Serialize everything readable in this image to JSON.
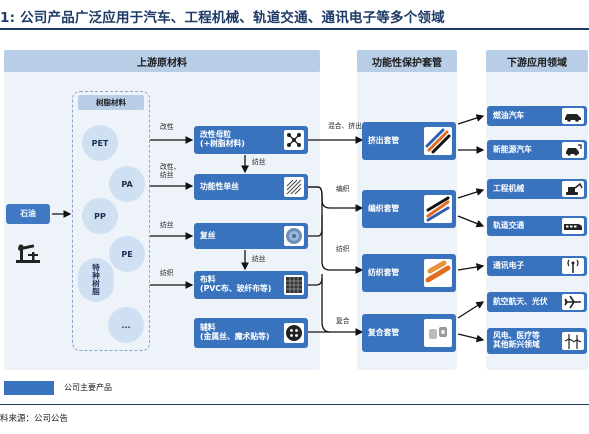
{
  "title": "1: 公司产品广泛应用于汽车、工程机械、轨道交通、通讯电子等多个领域",
  "headers": {
    "upstream": "上游原材料",
    "midstream": "功能性保护套管",
    "downstream": "下游应用领域"
  },
  "raw": {
    "oil": "石油"
  },
  "resin": {
    "title": "树脂材料",
    "items": [
      "PET",
      "PA",
      "PP",
      "PE",
      "特\n种\n树\n脂",
      "..."
    ]
  },
  "process": {
    "items": [
      {
        "label": "改性母粒\n(+树脂材料)",
        "icon": "molecule-icon"
      },
      {
        "label": "功能性单丝",
        "icon": "coil-icon"
      },
      {
        "label": "复丝",
        "icon": "multifilament-icon"
      },
      {
        "label": "布料\n(PVC布、玻纤布等)",
        "icon": "fabric-icon"
      },
      {
        "label": "辅料\n(金属丝、魔术贴等)",
        "icon": "button-icon"
      }
    ],
    "arrow_labels": {
      "modify1": "改性",
      "modify2": "改性、\n纺丝",
      "spin1": "纺丝",
      "spin2": "纺丝",
      "weave1": "纺织",
      "spin3": "纺丝",
      "mix": "混合、挤出",
      "braid": "编织",
      "weave2": "纺织",
      "composite": "复合"
    }
  },
  "products": [
    {
      "label": "挤出套管"
    },
    {
      "label": "编织套管"
    },
    {
      "label": "纺织套管"
    },
    {
      "label": "复合套管"
    }
  ],
  "downstream": [
    {
      "label": "燃油汽车",
      "icon": "car-icon"
    },
    {
      "label": "新能源汽车",
      "icon": "ev-car-icon"
    },
    {
      "label": "工程机械",
      "icon": "excavator-icon"
    },
    {
      "label": "轨道交通",
      "icon": "train-icon"
    },
    {
      "label": "通讯电子",
      "icon": "antenna-icon"
    },
    {
      "label": "航空航天、光伏",
      "icon": "airplane-icon"
    },
    {
      "label": "风电、医疗等\n其他新兴领域",
      "icon": "wind-turbine-icon"
    }
  ],
  "legend": {
    "label": "公司主要产品",
    "color": "#3a73bd"
  },
  "source": "料来源：公司公告",
  "colors": {
    "dark_blue": "#1e3a66",
    "box_blue": "#3f79c4",
    "header_bg": "#b8cde6",
    "panel_bg": "#eef3f9",
    "circle_bg": "#cfe0f3"
  }
}
